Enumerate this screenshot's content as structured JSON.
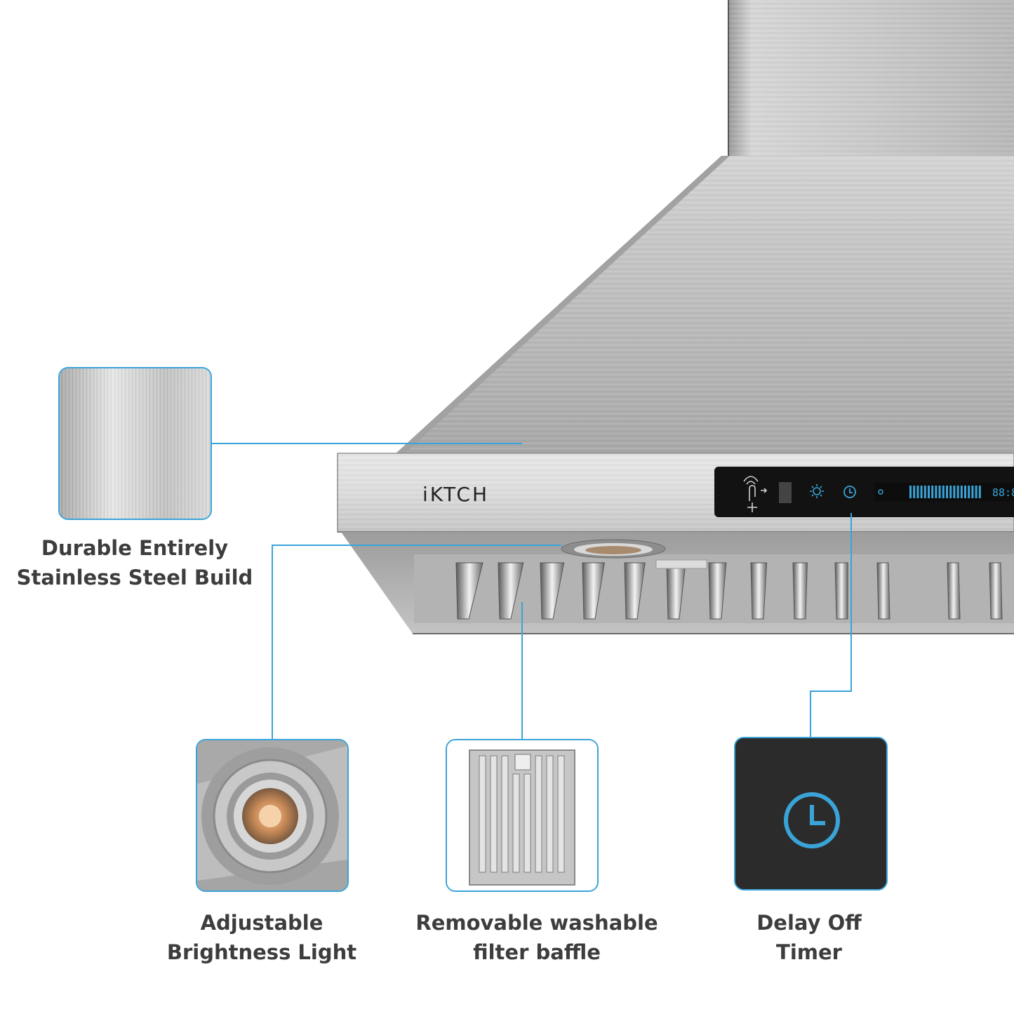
{
  "brand": "iKTCH",
  "accent_color": "#3aa4d8",
  "panel": {
    "icons": [
      "touch-gesture-icon",
      "light-bulb-icon",
      "clock-icon",
      "fan-speed-icon"
    ],
    "display_readout": "88:8"
  },
  "features": [
    {
      "id": "steel",
      "lines": [
        "Durable Entirely",
        "Stainless Steel Build"
      ],
      "icon": "brushed-steel-swatch"
    },
    {
      "id": "light",
      "lines": [
        "Adjustable",
        "Brightness Light"
      ],
      "icon": "led-light-icon"
    },
    {
      "id": "filter",
      "lines": [
        "Removable washable",
        "filter baffle"
      ],
      "icon": "baffle-filter-icon"
    },
    {
      "id": "timer",
      "lines": [
        "Delay Off",
        "Timer"
      ],
      "icon": "clock-icon"
    }
  ]
}
